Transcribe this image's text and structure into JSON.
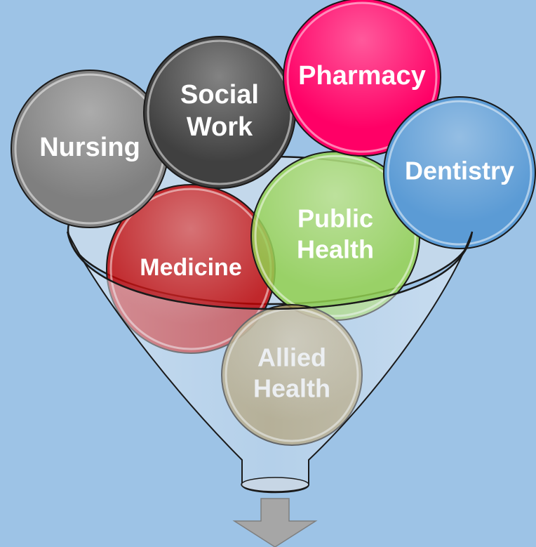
{
  "diagram": {
    "colors": {
      "background": "#9dc3e6",
      "funnel_fill": "#d9e2ea",
      "funnel_outline": "#1a1a1a",
      "arrow": "#a6a6a6"
    },
    "circles": [
      {
        "id": "nursing",
        "lines": [
          "Nursing"
        ],
        "fill": "#7f7f7f",
        "text_color": "#ffffff"
      },
      {
        "id": "social-work",
        "lines": [
          "Social",
          "Work"
        ],
        "fill": "#404040",
        "text_color": "#ffffff"
      },
      {
        "id": "pharmacy",
        "lines": [
          "Pharmacy"
        ],
        "fill": "#ff0066",
        "text_color": "#ffffff"
      },
      {
        "id": "dentistry",
        "lines": [
          "Dentistry"
        ],
        "fill": "#5b9bd5",
        "text_color": "#ffffff"
      },
      {
        "id": "medicine",
        "lines": [
          "Medicine"
        ],
        "fill": "#c00000",
        "text_color": "#ffffff"
      },
      {
        "id": "public-health",
        "lines": [
          "Public",
          "Health"
        ],
        "fill": "#92d050",
        "text_color": "#ffffff"
      },
      {
        "id": "allied-health",
        "lines": [
          "Allied",
          "Health"
        ],
        "fill": "#a08a52",
        "text_color": "#f2f2f2"
      }
    ]
  }
}
